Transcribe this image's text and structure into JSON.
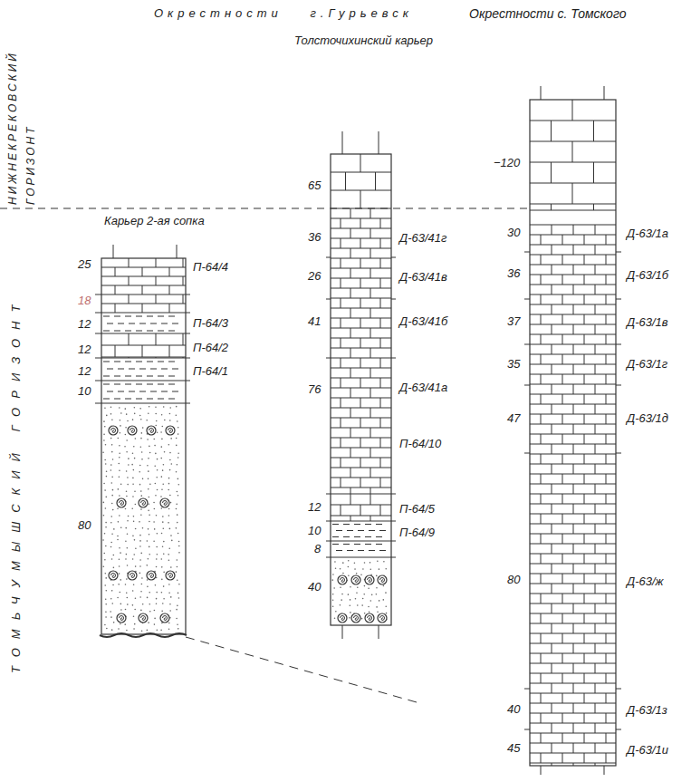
{
  "diagram": {
    "labels": [
      "Окрестности г.Гурьевск",
      "Окрестности с. Томского",
      "НИЖНЕКРЕКОВСКИЙ ГОРИЗОНТ",
      "ТОМЬЧУМЫШСКИЙ ГОРИЗОНТ",
      "Карьер 2-ая сопка",
      "25",
      "П-64/4",
      "18",
      "12",
      "П-64/3",
      "12",
      "П-64/2",
      "12",
      "П-64/1",
      "10",
      "80",
      "Толсточихинский карьер",
      "65",
      "36",
      "Д-63/41г",
      "26",
      "Д-63/41в",
      "41",
      "Д-63/41б",
      "76",
      "Д-63/41а",
      "П-64/10",
      "12",
      "П-64/5",
      "10",
      "П-64/9",
      "8",
      "40",
      "−120",
      "30",
      "Д-63/1а",
      "36",
      "Д-63/1б",
      "37",
      "Д-63/1в",
      "35",
      "Д-63/1г",
      "47",
      "Д-63/1д",
      "80",
      "Д-63/ж",
      "40",
      "Д-63/1з",
      "45",
      "Д-63/1и"
    ]
  }
}
